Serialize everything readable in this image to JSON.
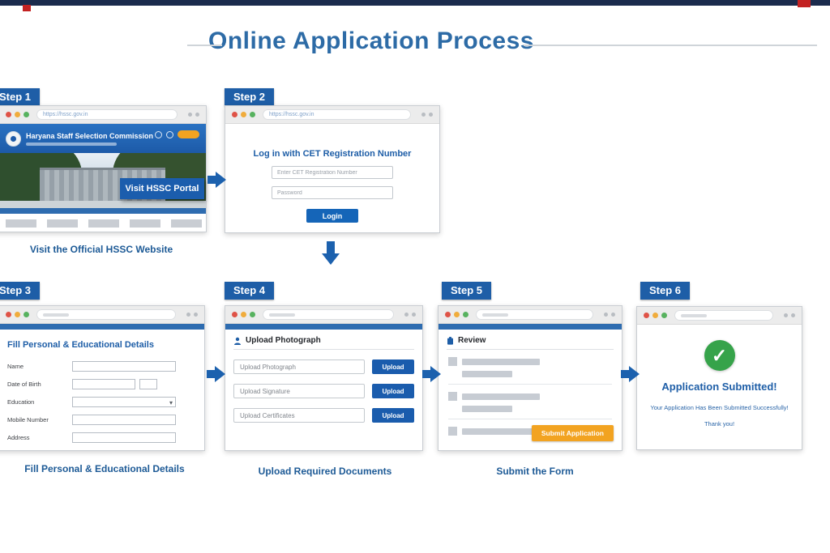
{
  "header": {
    "title": "Online Application Process"
  },
  "colors": {
    "accent_blue": "#1e5ea7",
    "orange": "#f2a321",
    "success_green": "#36a34a"
  },
  "step1": {
    "tag": "Step 1",
    "browser_url": "https://hssc.gov.in",
    "org_name": "Haryana Staff Selection Commission",
    "portal_button": "Visit HSSC Portal",
    "caption": "Visit the Official HSSC Website"
  },
  "step2": {
    "tag": "Step 2",
    "browser_url": "https://hssc.gov.in",
    "login_title": "Log in with CET Registration Number",
    "registration_placeholder": "Enter CET Registration Number",
    "password_placeholder": "Password",
    "login_button": "Login"
  },
  "step3": {
    "tag": "Step 3",
    "form_title": "Fill Personal & Educational Details",
    "fields": [
      {
        "label": "Name"
      },
      {
        "label": "Date of Birth"
      },
      {
        "label": "Education"
      },
      {
        "label": "Mobile Number"
      },
      {
        "label": "Address"
      }
    ],
    "caption": "Fill Personal & Educational Details"
  },
  "step4": {
    "tag": "Step 4",
    "section_title": "Upload Photograph",
    "rows": [
      {
        "label": "Upload Photograph",
        "button": "Upload"
      },
      {
        "label": "Upload Signature",
        "button": "Upload"
      },
      {
        "label": "Upload Certificates",
        "button": "Upload"
      }
    ],
    "caption": "Upload Required Documents"
  },
  "step5": {
    "tag": "Step 5",
    "section_title": "Review",
    "submit_button": "Submit Application",
    "caption": "Submit the Form"
  },
  "step6": {
    "tag": "Step 6",
    "success_title": "Application Submitted!",
    "success_message": "Your Application Has Been Submitted Successfully!",
    "thanks": "Thank you!"
  }
}
